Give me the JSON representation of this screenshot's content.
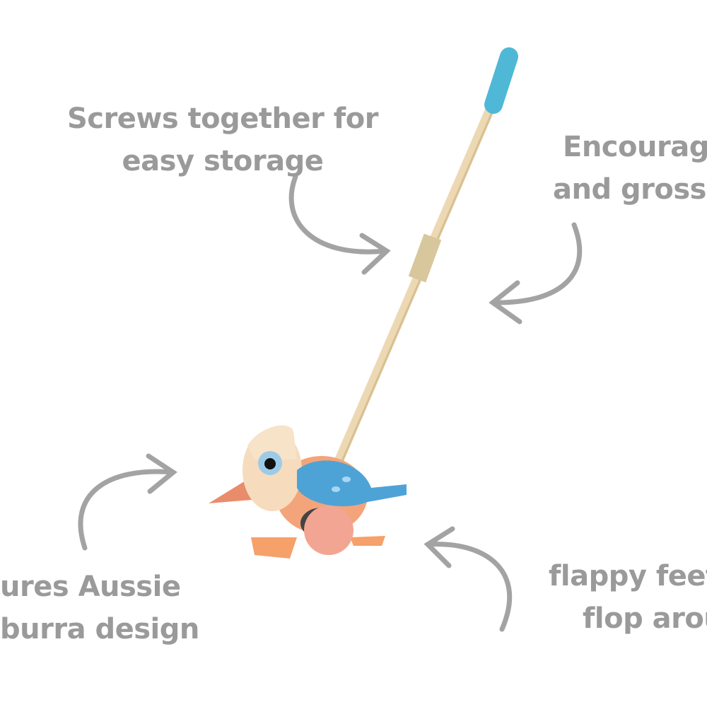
{
  "captions": {
    "storage": [
      "Screws together for",
      "easy storage"
    ],
    "motor": [
      "Encourage",
      "and gross m"
    ],
    "design": [
      "ures Aussie",
      "burra design"
    ],
    "feet": [
      "flappy feet",
      "flop arou"
    ]
  },
  "colors": {
    "text": "#9a9a9a",
    "handle_cap": "#4fb8d6",
    "stick": "#ecd9b4",
    "beak": "#e98c6c",
    "wing": "#4ea3d6",
    "body": "#f4a47a",
    "wheel": "#f2a592"
  }
}
